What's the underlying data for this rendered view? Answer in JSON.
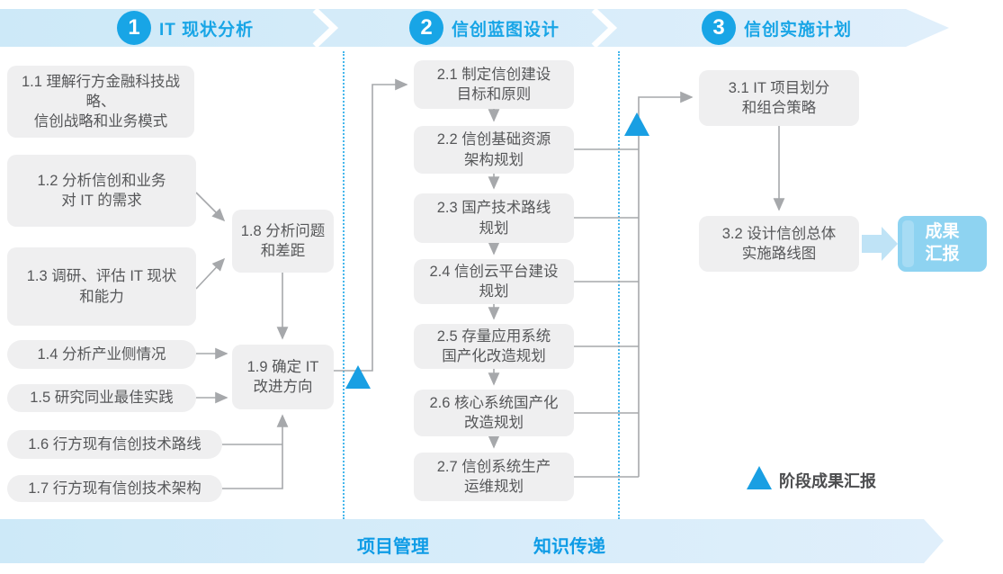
{
  "phases": [
    {
      "number": "1",
      "title": "IT 现状分析"
    },
    {
      "number": "2",
      "title": "信创蓝图设计"
    },
    {
      "number": "3",
      "title": "信创实施计划"
    }
  ],
  "boxes": {
    "b1_1": [
      "1.1 理解行方金融科技战略、",
      "信创战略和业务模式"
    ],
    "b1_2": [
      "1.2 分析信创和业务",
      "对 IT 的需求"
    ],
    "b1_3": [
      "1.3 调研、评估 IT 现状",
      "和能力"
    ],
    "b1_4": "1.4 分析产业侧情况",
    "b1_5": "1.5 研究同业最佳实践",
    "b1_6": "1.6 行方现有信创技术路线",
    "b1_7": "1.7 行方现有信创技术架构",
    "b1_8": [
      "1.8 分析问题",
      "和差距"
    ],
    "b1_9": [
      "1.9 确定 IT",
      "改进方向"
    ],
    "b2_1": [
      "2.1 制定信创建设",
      "目标和原则"
    ],
    "b2_2": [
      "2.2 信创基础资源",
      "架构规划"
    ],
    "b2_3": [
      "2.3 国产技术路线",
      "规划"
    ],
    "b2_4": [
      "2.4 信创云平台建设",
      "规划"
    ],
    "b2_5": [
      "2.5 存量应用系统",
      "国产化改造规划"
    ],
    "b2_6": [
      "2.6 核心系统国产化",
      "改造规划"
    ],
    "b2_7": [
      "2.7 信创系统生产",
      "运维规划"
    ],
    "b3_1": [
      "3.1 IT 项目划分",
      "和组合策略"
    ],
    "b3_2": [
      "3.2 设计信创总体",
      "实施路线图"
    ]
  },
  "report_box": [
    "成果",
    "汇报"
  ],
  "legend": {
    "milestone_label": "阶段成果汇报"
  },
  "bottom_band": {
    "labels": [
      "项目管理",
      "知识传递"
    ]
  },
  "icons": {
    "milestone_triangle": "triangle-up",
    "phase_separator": "chevron-right",
    "output_arrow": "arrow-right"
  },
  "colors": {
    "accent_blue": "#18a5e6",
    "triangle_blue": "#199fe3",
    "band_light": "#cde9f8",
    "band_lighter": "#e0effb",
    "box_bg": "#efeff0",
    "box_text": "#565759",
    "connector_gray": "#a6a8ab",
    "report_box_bg": "#8ed3f1",
    "output_arrow_fill": "#bfe3f6",
    "dotted_divider": "#45b7ec"
  }
}
